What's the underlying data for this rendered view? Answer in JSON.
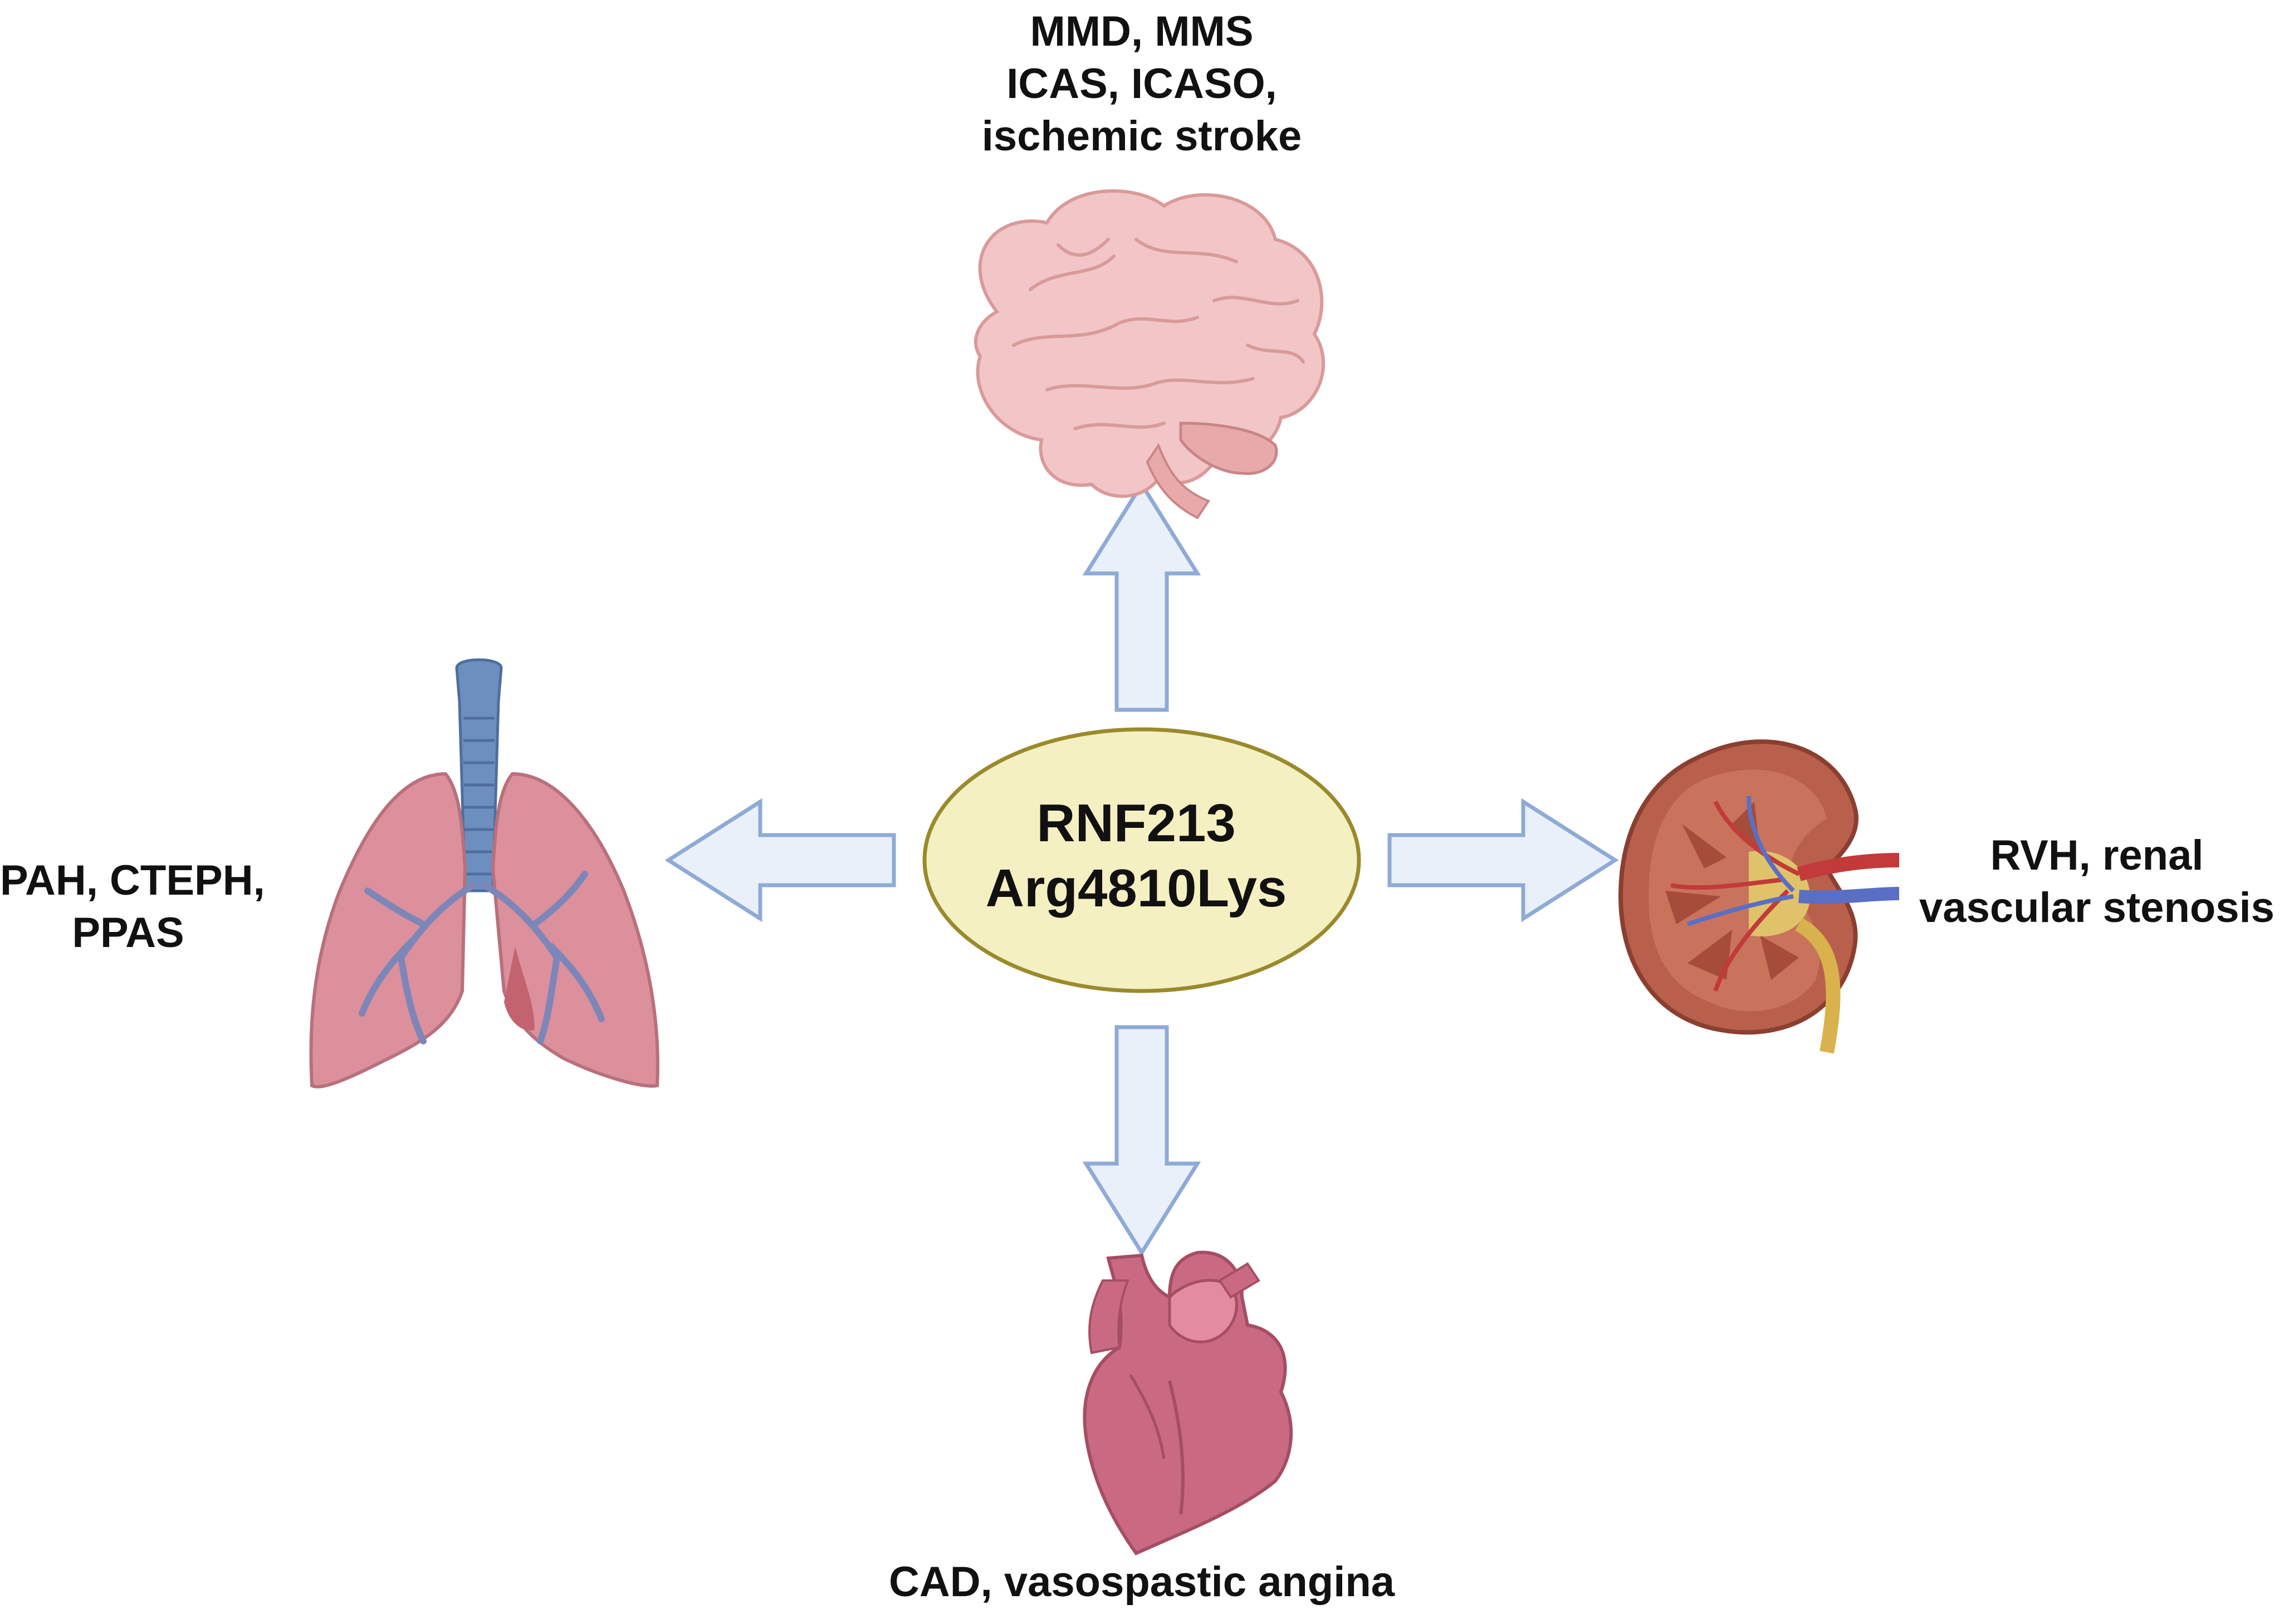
{
  "center": {
    "lines": [
      "RNF213",
      "Arg4810Lys"
    ]
  },
  "targets": {
    "brain": {
      "lines": [
        "MMD, MMS",
        "ICAS, ICASO,",
        "ischemic stroke"
      ]
    },
    "lungs": {
      "lines": [
        "PAH, CTEPH,",
        "PPAS"
      ]
    },
    "kidney": {
      "lines": [
        "RVH, renal",
        "vascular stenosis"
      ]
    },
    "heart": {
      "lines": [
        "CAD, vasospastic angina"
      ]
    }
  },
  "colors": {
    "ellipse_fill": "#f4f0c2",
    "ellipse_stroke": "#9a8a2c",
    "arrow_fill": "#e9f0fa",
    "arrow_stroke": "#8eaad6",
    "brain": "#f2c6c6",
    "lungs": "#dc909b",
    "trachea": "#6d8fc0",
    "kidney": "#b9604c",
    "heart": "#c96a82"
  },
  "icons": [
    "brain-icon",
    "lungs-icon",
    "kidney-icon",
    "heart-icon"
  ]
}
